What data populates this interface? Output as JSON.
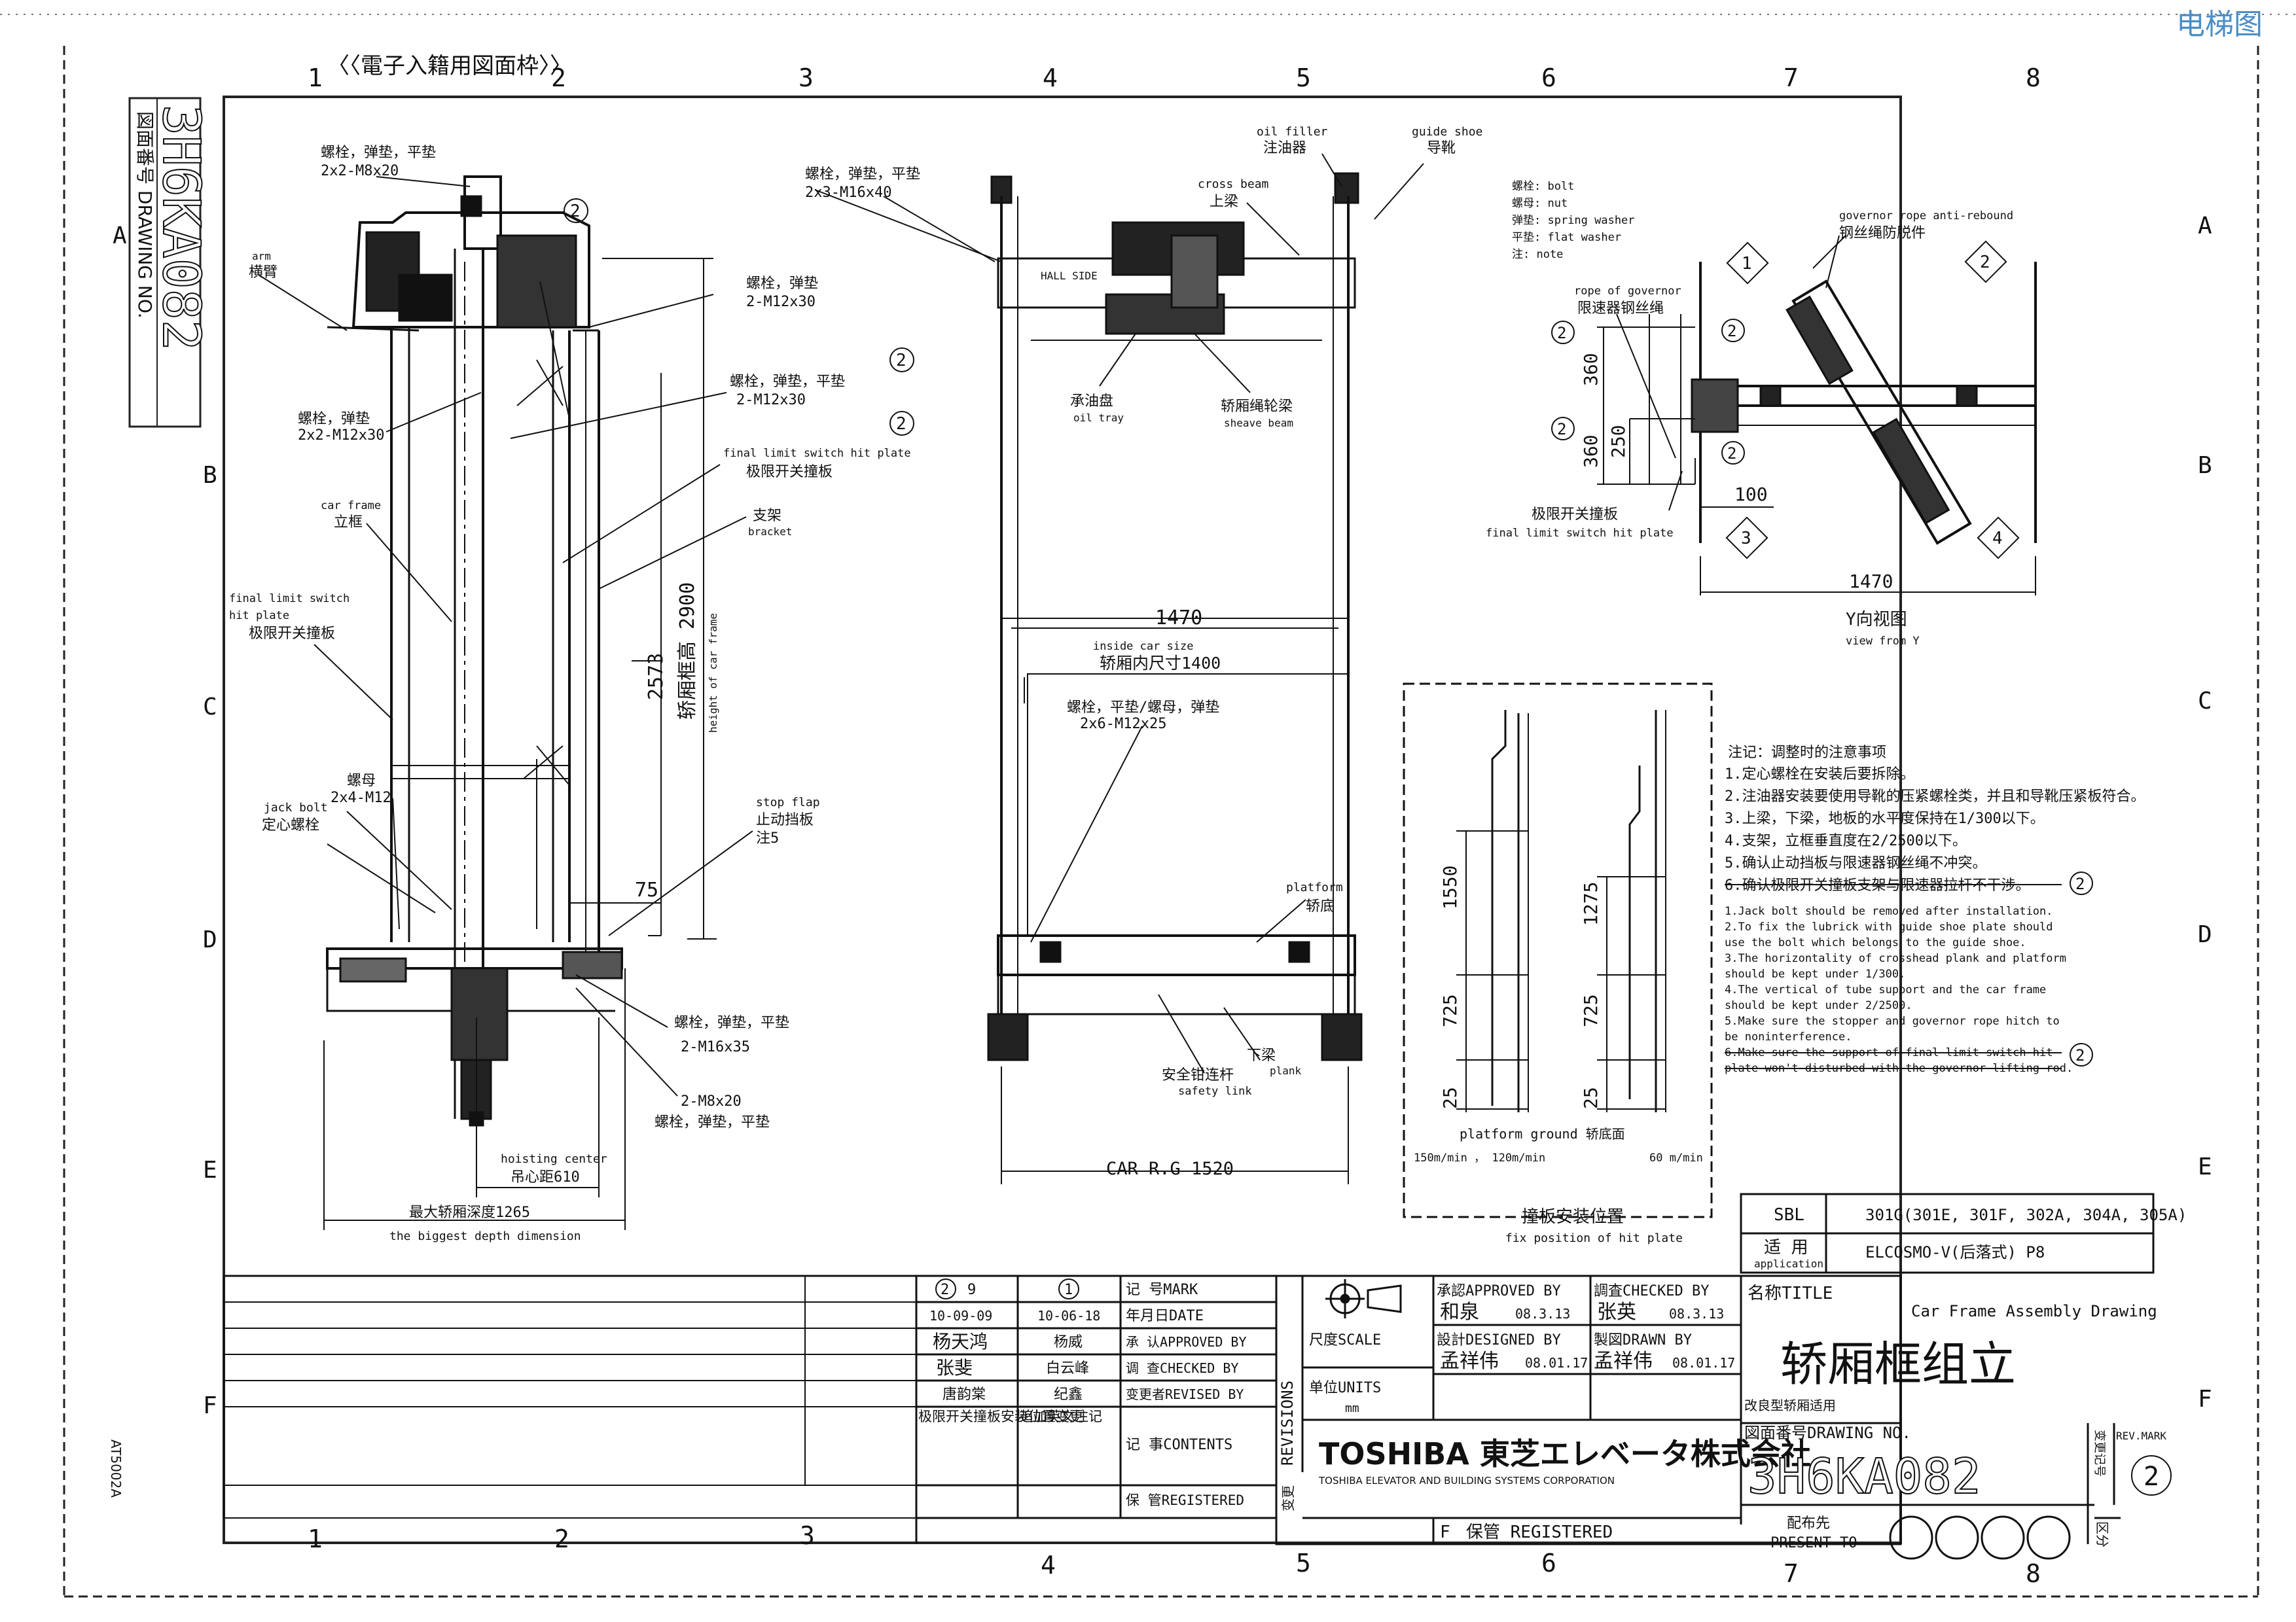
{
  "watermark": "电梯图",
  "frame_header": "〈〈電子入籍用図面枠〉〉",
  "column_numbers": [
    "1",
    "2",
    "3",
    "4",
    "5",
    "6",
    "7",
    "8"
  ],
  "row_letters": [
    "A",
    "B",
    "C",
    "D",
    "E",
    "F"
  ],
  "side_stamp": {
    "label": "図面番号 DRAWING NO.",
    "number": "3H6KA082"
  },
  "left_edge_code": "AT5002A",
  "left_view": {
    "bolts_top": "螺栓，弹垫，平垫",
    "bolts_top_spec": "2x2-M8x20",
    "bolts_top2": "螺栓，弹垫，平垫",
    "bolts_top2_spec": "2x3-M16x40",
    "arm_en": "arm",
    "arm_cn": "横臂",
    "bolt_m12x30_a": "螺栓，弹垫",
    "bolt_m12x30_a_spec": "2-M12x30",
    "bolt_m12x30_b": "螺栓，弹垫，平垫",
    "bolt_m12x30_b_spec": "2-M12x30",
    "bolt_left": "螺栓，弹垫",
    "bolt_left_spec": "2x2-M12x30",
    "car_frame_en": "car frame",
    "car_frame_cn": "立框",
    "final_limit_en": "final limit switch hit plate",
    "final_limit_cn": "极限开关撞板",
    "final_limit_left_en1": "final limit switch",
    "final_limit_left_en2": "hit plate",
    "final_limit_left_cn": "极限开关撞板",
    "bracket_cn": "支架",
    "bracket_en": "bracket",
    "dim_2573": "2573",
    "dim_2900": "轿厢框高 2900",
    "height_label": "height of car frame",
    "nut_cn": "螺母",
    "nut_spec": "2x4-M12",
    "jack_en": "jack bolt",
    "jack_cn": "定心螺栓",
    "stop_en": "stop flap",
    "stop_cn": "止动挡板",
    "stop_note": "注5",
    "dim_75": "75",
    "bolt_m16_cn": "螺栓，弹垫，平垫",
    "bolt_m16_spec": "2-M16x35",
    "bolt_m8_spec": "2-M8x20",
    "bolt_m8_cn": "螺栓，弹垫，平垫",
    "hoist_en": "hoisting center",
    "hoist_cn": "吊心距610",
    "depth_cn": "最大轿厢深度1265",
    "depth_en": "the biggest depth dimension"
  },
  "front_view": {
    "cross_beam_en": "cross beam",
    "cross_beam_cn": "上梁",
    "oil_filler_en": "oil filler",
    "oil_filler_cn": "注油器",
    "guide_shoe_en": "guide shoe",
    "guide_shoe_cn": "导靴",
    "hall_side": "HALL SIDE",
    "oil_tray_cn": "承油盘",
    "oil_tray_en": "oil tray",
    "sheave_cn": "轿厢绳轮梁",
    "sheave_en": "sheave beam",
    "dim_1470": "1470",
    "inside_en": "inside car size",
    "inside_cn": "轿厢内尺寸1400",
    "bolt_cn": "螺栓，平垫/螺母，弹垫",
    "bolt_spec": "2x6-M12x25",
    "platform_en": "platform",
    "platform_cn": "轿底",
    "plank_cn": "下梁",
    "plank_en": "plank",
    "safety_cn": "安全钳连杆",
    "safety_en": "safety link",
    "car_rg": "CAR   R.G  1520"
  },
  "y_view": {
    "legend": [
      "螺栓: bolt",
      "螺母: nut",
      "弹垫: spring washer",
      "平垫: flat washer",
      "注:   note"
    ],
    "governor_rope_en": "rope of governor",
    "governor_rope_cn": "限速器钢丝绳",
    "anti_rebound_en": "governor rope anti-rebound",
    "anti_rebound_cn": "钢丝绳防脱件",
    "dim_360a": "360",
    "dim_250": "250",
    "dim_360b": "360",
    "dim_100": "100",
    "dim_1470": "1470",
    "hit_plate_cn": "极限开关撞板",
    "hit_plate_en": "final limit switch hit plate",
    "title_cn": "Y向视图",
    "title_en": "view from Y",
    "markers": [
      "1",
      "2",
      "3",
      "4"
    ]
  },
  "notes": {
    "cn_title": "注记：调整时的注意事项",
    "cn": [
      "1.定心螺栓在安装后要拆除。",
      "2.注油器安装要使用导靴的压紧螺栓类，并且和导靴压紧板符合。",
      "3.上梁，下梁，地板的水平度保持在1/300以下。",
      "4.支架，立框垂直度在2/2500以下。",
      "5.确认止动挡板与限速器钢丝绳不冲突。",
      "6.确认极限开关撞板支架与限速器拉杆不干涉。"
    ],
    "en": [
      "1.Jack bolt should be removed after installation.",
      "2.To fix the lubrick with guide shoe plate should",
      "use the bolt which belongs to the guide shoe.",
      "3.The horizontality of crosshead plank and platform",
      "should be kept under 1/300.",
      "4.The vertical of tube support and the car frame",
      "should be kept under 2/2500.",
      "5.Make sure the stopper and governor rope hitch to",
      "be noninterference.",
      "6.Make sure the support of final limit switch hit",
      "plate won't disturbed with the governor lifting rod."
    ]
  },
  "hit_plate_detail": {
    "dim_1550": "1550",
    "dim_725a": "725",
    "dim_25a": "25",
    "dim_1275": "1275",
    "dim_725b": "725",
    "dim_25b": "25",
    "ground_label": "platform ground 轿底面",
    "speed_left": "150m/min ， 120m/min",
    "speed_right": "60 m/min",
    "title_cn": "撞板安装位置",
    "title_en": "fix position of hit plate"
  },
  "sbl_table": {
    "sbl": "SBL",
    "models": "301G(301E, 301F, 302A, 304A, 305A)",
    "apply_cn": "适 用",
    "apply_en": "application",
    "apply_val": "ELCOSMO-V(后落式) P8"
  },
  "revisions": {
    "rev2_mark": "2",
    "rev2_no": "9",
    "rev1_mark": "1",
    "rev2_date": "10-09-09",
    "rev1_date": "10-06-18",
    "rev2_approved": "杨天鸿",
    "rev1_approved": "杨威",
    "rev2_checked": "张斐",
    "rev1_checked": "白云峰",
    "rev2_revised": "唐韵棠",
    "rev1_revised": "纪鑫",
    "rev2_content": "极限开关撞板安装位置变更",
    "rev1_content": "追加英文注记",
    "labels": [
      "记 号MARK",
      "年月日DATE",
      "承 认APPROVED BY",
      "调 查CHECKED BY",
      "变更者REVISED BY",
      "记 事CONTENTS",
      "保 管REGISTERED"
    ],
    "side_label": "REVISIONS",
    "side_cn": "变更"
  },
  "title_block": {
    "scale_label": "尺度SCALE",
    "units_label": "单位UNITS",
    "units_value": "mm",
    "approved_label": "承認APPROVED BY",
    "approved_name": "和泉",
    "approved_date": "08.3.13",
    "checked_label": "調査CHECKED BY",
    "checked_name": "张英",
    "checked_date": "08.3.13",
    "designed_label": "設計DESIGNED BY",
    "designed_name": "孟祥伟",
    "designed_date": "08.01.17",
    "drawn_label": "製図DRAWN BY",
    "drawn_name": "孟祥伟",
    "drawn_date": "08.01.17",
    "title_label": "名称TITLE",
    "title_en": "Car Frame Assembly Drawing",
    "title_cn": "轿厢框组立",
    "subtitle": "改良型轿厢适用",
    "company": "TOSHIBA 東芝エレベータ株式会社",
    "company_en": "TOSHIBA ELEVATOR AND BUILDING SYSTEMS CORPORATION",
    "drawing_no_label": "図面番号DRAWING NO.",
    "drawing_no": "3H6KA082",
    "rev_mark_label": "REV.MARK",
    "rev_cn": "变更记号",
    "rev_value": "2",
    "registered_prefix": "F",
    "registered": "保管 REGISTERED",
    "present_cn": "配布先",
    "present_en": "PRESENT TO",
    "division": "区分"
  }
}
